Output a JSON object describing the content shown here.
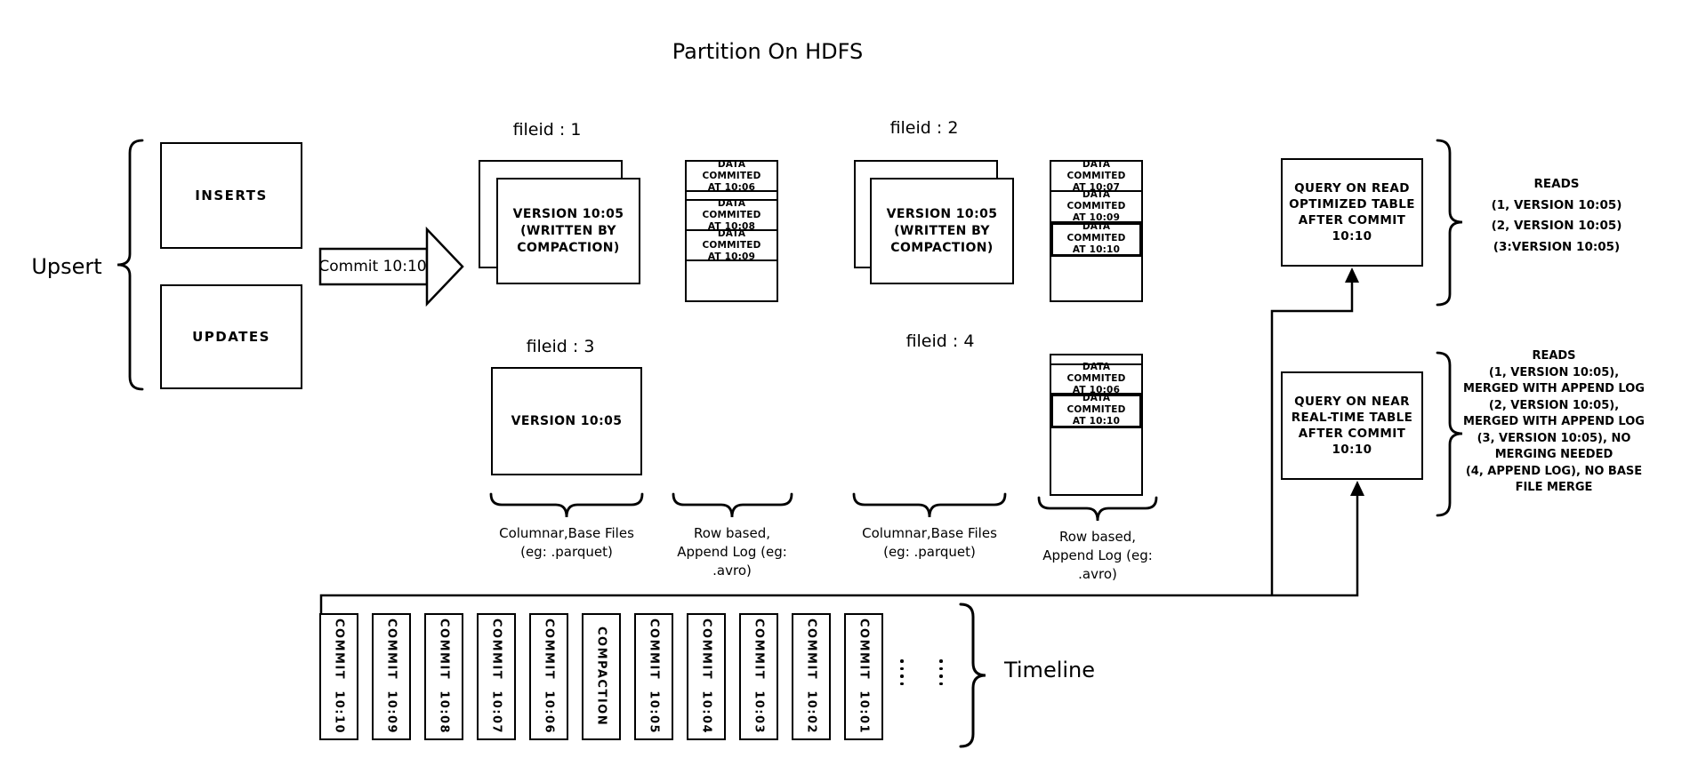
{
  "colors": {
    "stroke": "#000000",
    "background": "#ffffff"
  },
  "title": "Partition On HDFS",
  "upsert": {
    "label": "Upsert",
    "inserts": "INSERTS",
    "updates": "UPDATES"
  },
  "commit_arrow_label": "Commit 10:10",
  "file_groups": {
    "g1": {
      "fileid": "fileid : 1",
      "version": "VERSION 10:05\n(WRITTEN BY\nCOMPACTION)"
    },
    "g2": {
      "fileid": "fileid : 2",
      "version": "VERSION 10:05\n(WRITTEN BY\nCOMPACTION)"
    },
    "g3": {
      "fileid": "fileid : 3",
      "version": "VERSION 10:05"
    },
    "g4": {
      "fileid": "fileid : 4"
    }
  },
  "logs": {
    "log1": {
      "e1": "DATA COMMITED\nAT 10:06",
      "e2": "DATA COMMITED\nAT 10:08",
      "e3": "DATA COMMITED\nAT 10:09"
    },
    "log2": {
      "e1": "DATA COMMITED\nAT 10:07",
      "e2": "DATA COMMITED\nAT 10:09",
      "e3": "DATA COMMITED\nAT 10:10"
    },
    "log4": {
      "e1": "DATA COMMITED\nAT 10:06",
      "e2": "DATA COMMITED\nAT 10:10"
    }
  },
  "storage_labels": {
    "columnar1": "Columnar,Base Files\n(eg: .parquet)",
    "rowbased1": "Row based,\nAppend Log  (eg:\n.avro)",
    "columnar2": "Columnar,Base Files\n(eg: .parquet)",
    "rowbased2": "Row based,\nAppend Log  (eg:\n.avro)"
  },
  "queries": {
    "read_optimized": {
      "box": "QUERY ON READ\nOPTIMIZED TABLE\nAFTER COMMIT\n10:10",
      "result": "READS\n(1, VERSION 10:05)\n(2, VERSION 10:05)\n(3:VERSION 10:05)"
    },
    "near_real_time": {
      "box": "QUERY ON NEAR\nREAL-TIME TABLE\nAFTER COMMIT\n10:10",
      "result": "READS\n(1, VERSION 10:05),\nMERGED WITH APPEND LOG\n(2, VERSION 10:05),\nMERGED WITH APPEND LOG\n(3, VERSION 10:05), NO\nMERGING NEEDED\n(4, APPEND LOG), NO BASE\nFILE MERGE"
    }
  },
  "timeline": {
    "label": "Timeline",
    "items": [
      "COMMIT  10:10",
      "COMMIT  10:09",
      "COMMIT  10:08",
      "COMMIT  10:07",
      "COMMIT  10:06",
      "COMPACTION",
      "COMMIT  10:05",
      "COMMIT  10:04",
      "COMMIT  10:03",
      "COMMIT  10:02",
      "COMMIT  10:01"
    ]
  }
}
